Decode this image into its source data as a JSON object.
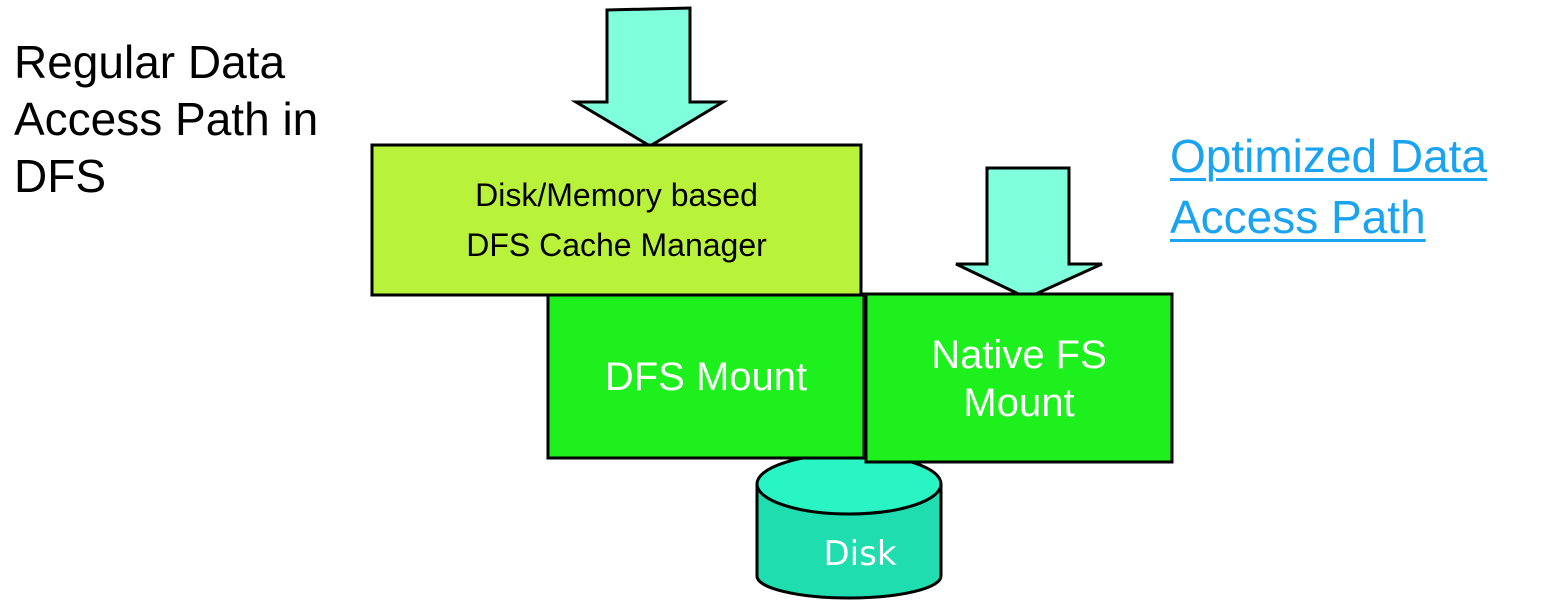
{
  "colors": {
    "arrow_fill": "#80ffdd",
    "cache_box_fill": "#b9f23a",
    "mount_box_fill": "#1ef01e",
    "disk_fill": "#20ddb0",
    "disk_top_fill": "#28f4c4",
    "outline": "#000000",
    "link_text": "#1aa3f0",
    "box_text_light": "#ffffff",
    "text_dark": "#000000"
  },
  "left_title": {
    "lines": [
      "Regular Data",
      "Access Path in",
      "DFS"
    ]
  },
  "right_title": {
    "lines": [
      "Optimized Data",
      "Access Path"
    ]
  },
  "boxes": {
    "cache_manager": {
      "lines": [
        "Disk/Memory based",
        "DFS Cache Manager"
      ]
    },
    "dfs_mount": {
      "lines": [
        "DFS Mount"
      ]
    },
    "native_fs_mount": {
      "lines": [
        "Native FS",
        "Mount"
      ]
    }
  },
  "disk": {
    "label": "Disk"
  },
  "icons": {
    "regular_path_arrow": "arrow-down-icon",
    "optimized_path_arrow": "arrow-down-icon",
    "disk_cylinder": "disk-cylinder-icon"
  }
}
